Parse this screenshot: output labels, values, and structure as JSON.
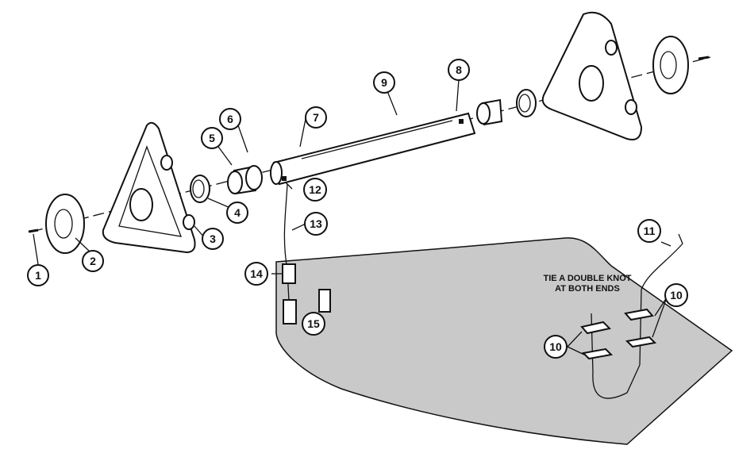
{
  "diagram": {
    "callouts": [
      {
        "id": "1",
        "text": "1"
      },
      {
        "id": "2",
        "text": "2"
      },
      {
        "id": "3",
        "text": "3"
      },
      {
        "id": "4",
        "text": "4"
      },
      {
        "id": "5",
        "text": "5"
      },
      {
        "id": "6",
        "text": "6"
      },
      {
        "id": "7",
        "text": "7"
      },
      {
        "id": "8",
        "text": "8"
      },
      {
        "id": "9",
        "text": "9"
      },
      {
        "id": "10a",
        "text": "10"
      },
      {
        "id": "10b",
        "text": "10"
      },
      {
        "id": "11",
        "text": "11"
      },
      {
        "id": "12",
        "text": "12"
      },
      {
        "id": "13",
        "text": "13"
      },
      {
        "id": "14",
        "text": "14"
      },
      {
        "id": "15",
        "text": "15"
      }
    ],
    "note_line1": "TIE A DOUBLE KNOT",
    "note_line2": "AT BOTH ENDS",
    "colors": {
      "sheet": "#c9c9c9",
      "ink": "#111111"
    }
  }
}
